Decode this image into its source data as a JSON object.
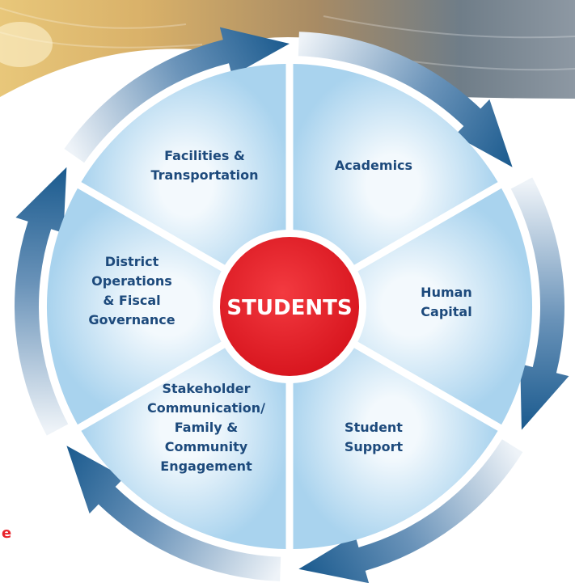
{
  "center": {
    "label": "STUDENTS"
  },
  "segments": [
    {
      "id": "academics",
      "lines": [
        "Academics"
      ]
    },
    {
      "id": "human-capital",
      "lines": [
        "Human",
        "Capital"
      ]
    },
    {
      "id": "student-support",
      "lines": [
        "Student",
        "Support"
      ]
    },
    {
      "id": "stakeholder",
      "lines": [
        "Stakeholder",
        "Communication/",
        "Family &",
        "Community",
        "Engagement"
      ]
    },
    {
      "id": "district-operations",
      "lines": [
        "District",
        "Operations",
        "& Fiscal",
        "Governance"
      ]
    },
    {
      "id": "facilities",
      "lines": [
        "Facilities &",
        "Transportation"
      ]
    }
  ],
  "colors": {
    "arrow_dark": "#1a5a8e",
    "arrow_light": "#eef3f8",
    "segment_fill": "#bfe0f3",
    "segment_text": "#1d4a7c",
    "center_fill": "#e8232b",
    "center_text": "#ffffff"
  },
  "header_image": {
    "description": "golden book pages banner"
  }
}
